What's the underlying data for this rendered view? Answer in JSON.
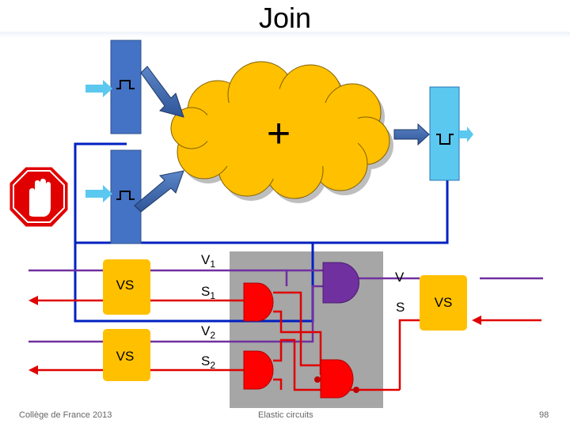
{
  "slide": {
    "title": "Join",
    "join_symbol": "+",
    "labels": {
      "v1_main": "V",
      "v1_sub": "1",
      "s1_main": "S",
      "s1_sub": "1",
      "v2_main": "V",
      "v2_sub": "2",
      "s2_main": "S",
      "s2_sub": "2",
      "v_out": "V",
      "s_out": "S"
    },
    "vs_boxes": {
      "left_top": "VS",
      "left_bottom": "VS",
      "right": "VS"
    },
    "footer": {
      "left": "Collège de France 2013",
      "center": "Elastic circuits",
      "page": "98"
    }
  },
  "colors": {
    "register": "#4472c4",
    "register_out": "#5bc8f0",
    "cloud": "#ffc000",
    "vs_box": "#ffc000",
    "valid_wire": "#7030a0",
    "stop_wire": "#e00000",
    "clock_wire": "#0020c0",
    "and_valid": "#7030a0",
    "and_stop": "#ff0000",
    "logic_panel": "#a6a6a6",
    "stop_sign": "#e00000"
  }
}
